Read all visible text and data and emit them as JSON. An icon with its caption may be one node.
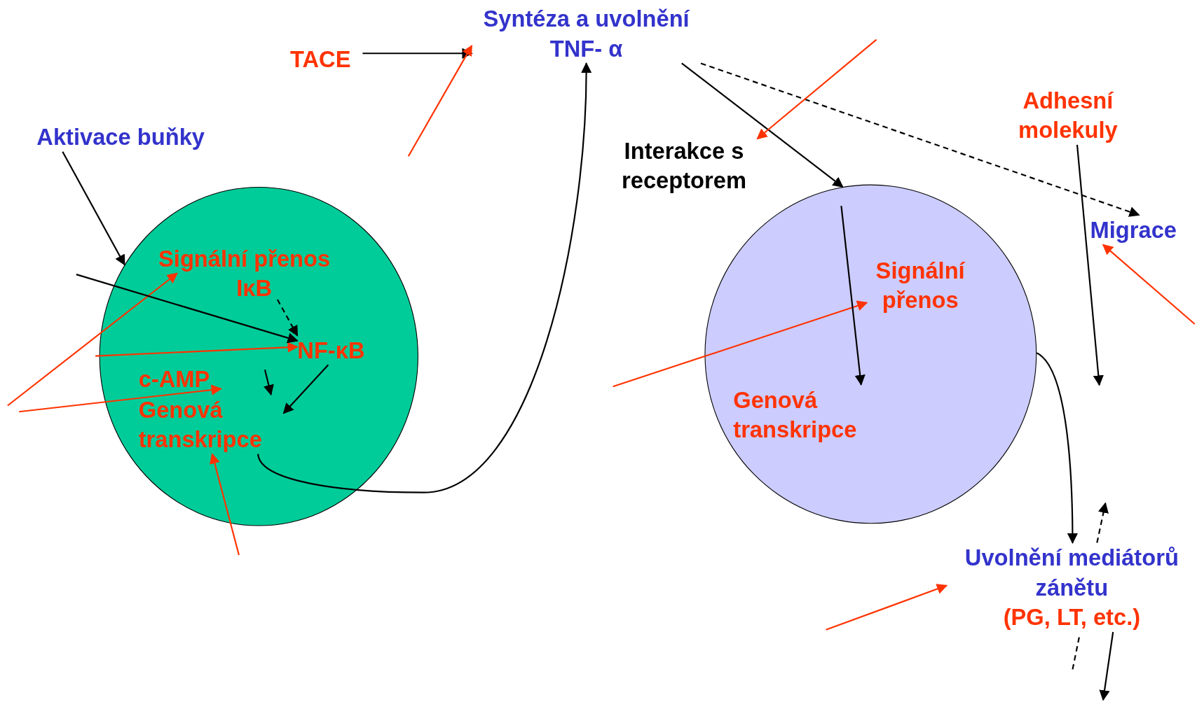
{
  "diagram": {
    "nodes": [
      {
        "text": [
          "Syntéza a uvolnění TNF- α"
        ]
      },
      {
        "text": [
          "TACE"
        ]
      },
      {
        "text": [
          "Aktivace buňky"
        ]
      },
      {
        "text": [],
        "shape": "circle"
      },
      {
        "text": [
          "Signální přenos"
        ],
        "in": 3
      },
      {
        "text": [
          "IκB"
        ],
        "in": 3
      },
      {
        "text": [
          "NF-κB"
        ],
        "in": 3
      },
      {
        "text": [
          "c-AMP"
        ],
        "in": 3
      },
      {
        "text": [
          "Genová transkripce"
        ],
        "in": 3
      },
      {
        "text": [
          "Interakce s receptorem"
        ]
      },
      {
        "text": [],
        "shape": "circle"
      },
      {
        "text": [
          "Signální přenos"
        ],
        "in": 10
      },
      {
        "text": [
          "Genová transkripce"
        ],
        "in": 10
      },
      {
        "text": [
          "Adhesní molekuly"
        ]
      },
      {
        "text": [
          "Migrace"
        ]
      },
      {
        "text": [
          "Uvolnění mediátorů zánětu",
          "(PG, LT, etc.)"
        ]
      }
    ],
    "edges": [
      {
        "from": 1,
        "to": 0,
        "arrow": "to"
      },
      {
        "from": null,
        "to": 0,
        "arrow": "to",
        "color": "#ff3300"
      },
      {
        "from": 2,
        "to": 3,
        "arrow": "to"
      },
      {
        "from": null,
        "to": 4,
        "arrow": "to",
        "color": "#ff3300"
      },
      {
        "from": null,
        "to": 6,
        "arrow": "to",
        "color": "#ff3300"
      },
      {
        "from": null,
        "to": 7,
        "arrow": "to",
        "color": "#ff3300"
      },
      {
        "from": null,
        "to": 8,
        "arrow": "to",
        "color": "#ff3300"
      },
      {
        "from": null,
        "to": 6,
        "arrow": "to"
      },
      {
        "from": 5,
        "to": 6,
        "arrow": "to",
        "style": "dashed"
      },
      {
        "from": null,
        "to": 8,
        "arrow": "to"
      },
      {
        "from": 6,
        "to": 8,
        "arrow": "to"
      },
      {
        "from": 8,
        "to": 0,
        "arrow": "to"
      },
      {
        "from": 0,
        "to": 10,
        "arrow": "to"
      },
      {
        "from": 0,
        "to": 14,
        "arrow": "to",
        "style": "dashed"
      },
      {
        "from": null,
        "to": 9,
        "arrow": "to",
        "color": "#ff3300"
      },
      {
        "from": null,
        "to": 11,
        "arrow": "to",
        "color": "#ff3300"
      },
      {
        "from": null,
        "to": 12,
        "arrow": "to"
      },
      {
        "from": 13,
        "to": null,
        "arrow": "to"
      },
      {
        "from": null,
        "to": 14,
        "arrow": "to",
        "color": "#ff3300"
      },
      {
        "from": 10,
        "to": 15,
        "arrow": "to"
      },
      {
        "from": 15,
        "to": null,
        "arrow": "to",
        "style": "dashed"
      },
      {
        "from": 15,
        "to": null,
        "arrow": "to"
      },
      {
        "from": null,
        "to": 15,
        "arrow": "to",
        "color": "#ff3300"
      }
    ]
  }
}
